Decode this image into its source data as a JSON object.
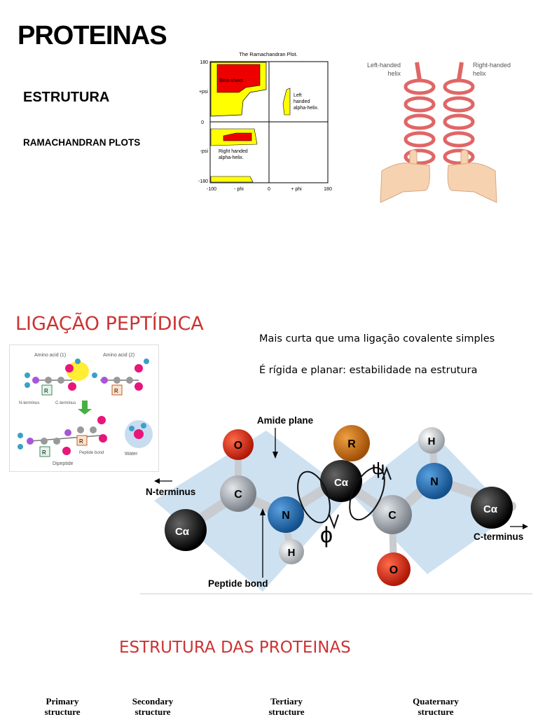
{
  "slide1": {
    "title": "PROTEINAS",
    "subtitle": "ESTRUTURA",
    "topic": "RAMACHANDRAN PLOTS"
  },
  "ramachandran": {
    "title": "The Ramachandran Plot.",
    "y_top": "180",
    "y_mid": "0",
    "y_bottom": "-180",
    "y_pos": "+psi",
    "y_neg": "-psi",
    "x_left": "-100",
    "x_neg": "- phi",
    "x_zero": "0",
    "x_pos": "+ phi",
    "x_right": "180",
    "beta_label": "Beta-sheet",
    "left_helix_1": "Left",
    "left_helix_2": "handed",
    "left_helix_3": "alpha-helix.",
    "right_helix_1": "Right handed",
    "right_helix_2": "alpha-helix."
  },
  "helix_figure": {
    "left_1": "Left-handed",
    "left_2": "helix",
    "right_1": "Right-handed",
    "right_2": "helix"
  },
  "slide2": {
    "title": "LIGAÇÃO PEPTÍDICA",
    "note1": "Mais curta que uma ligação covalente simples",
    "note2": "É rígida e planar: estabilidade na estrutura"
  },
  "dipeptide_figure": {
    "amino1": "Amino acid (1)",
    "amino2": "Amino acid (2)",
    "n_term": "N-terminus",
    "c_term": "C-terminus",
    "peptide_bond": "Peptide bond",
    "water": "Water",
    "dipeptide": "Dipeptide",
    "r1": "R",
    "r2": "R"
  },
  "amide_figure": {
    "amide_plane": "Amide plane",
    "n_terminus": "N-terminus",
    "c_terminus": "C-terminus",
    "peptide_bond": "Peptide bond",
    "atom_o1": "O",
    "atom_c1": "C",
    "atom_n": "N",
    "atom_h1": "H",
    "atom_ca1": "Cα",
    "atom_ca2": "Cα",
    "atom_r": "R",
    "atom_c2": "C",
    "atom_o2": "O",
    "atom_n2": "N",
    "atom_h2": "H",
    "atom_ca3": "Cα",
    "phi": "ϕ",
    "psi": "ψ"
  },
  "slide3": {
    "title": "ESTRUTURA DAS PROTEINAS",
    "levels": [
      {
        "line1": "Primary",
        "line2": "structure"
      },
      {
        "line1": "Secondary",
        "line2": "structure"
      },
      {
        "line1": "Tertiary",
        "line2": "structure"
      },
      {
        "line1": "Quaternary",
        "line2": "structure"
      }
    ]
  }
}
